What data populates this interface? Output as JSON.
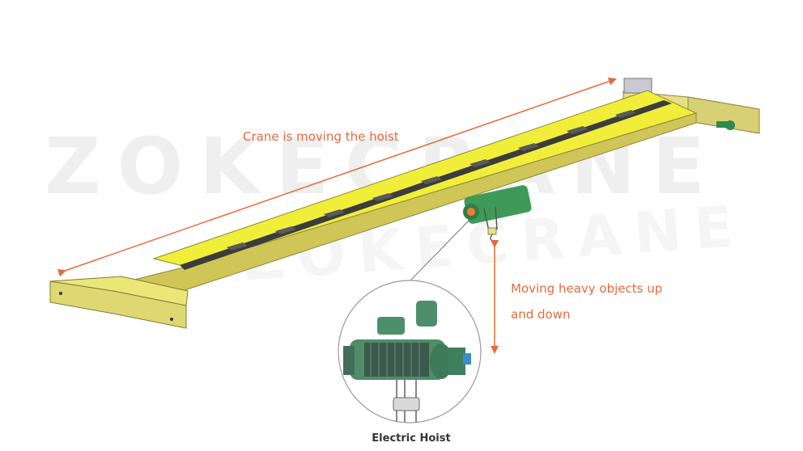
{
  "watermark": {
    "text": "ZOKECRANE"
  },
  "labels": {
    "crane_moving": "Crane is moving the hoist",
    "hoist_moving": "Moving heavy objects up and down",
    "hoist_caption": "Electric Hoist"
  },
  "colors": {
    "girder_yellow": "#e9ea3a",
    "girder_side": "#c9c443",
    "end_beam": "#d9d37a",
    "hoist_green": "#3f8f58",
    "annotation_orange": "#e46b3c"
  }
}
